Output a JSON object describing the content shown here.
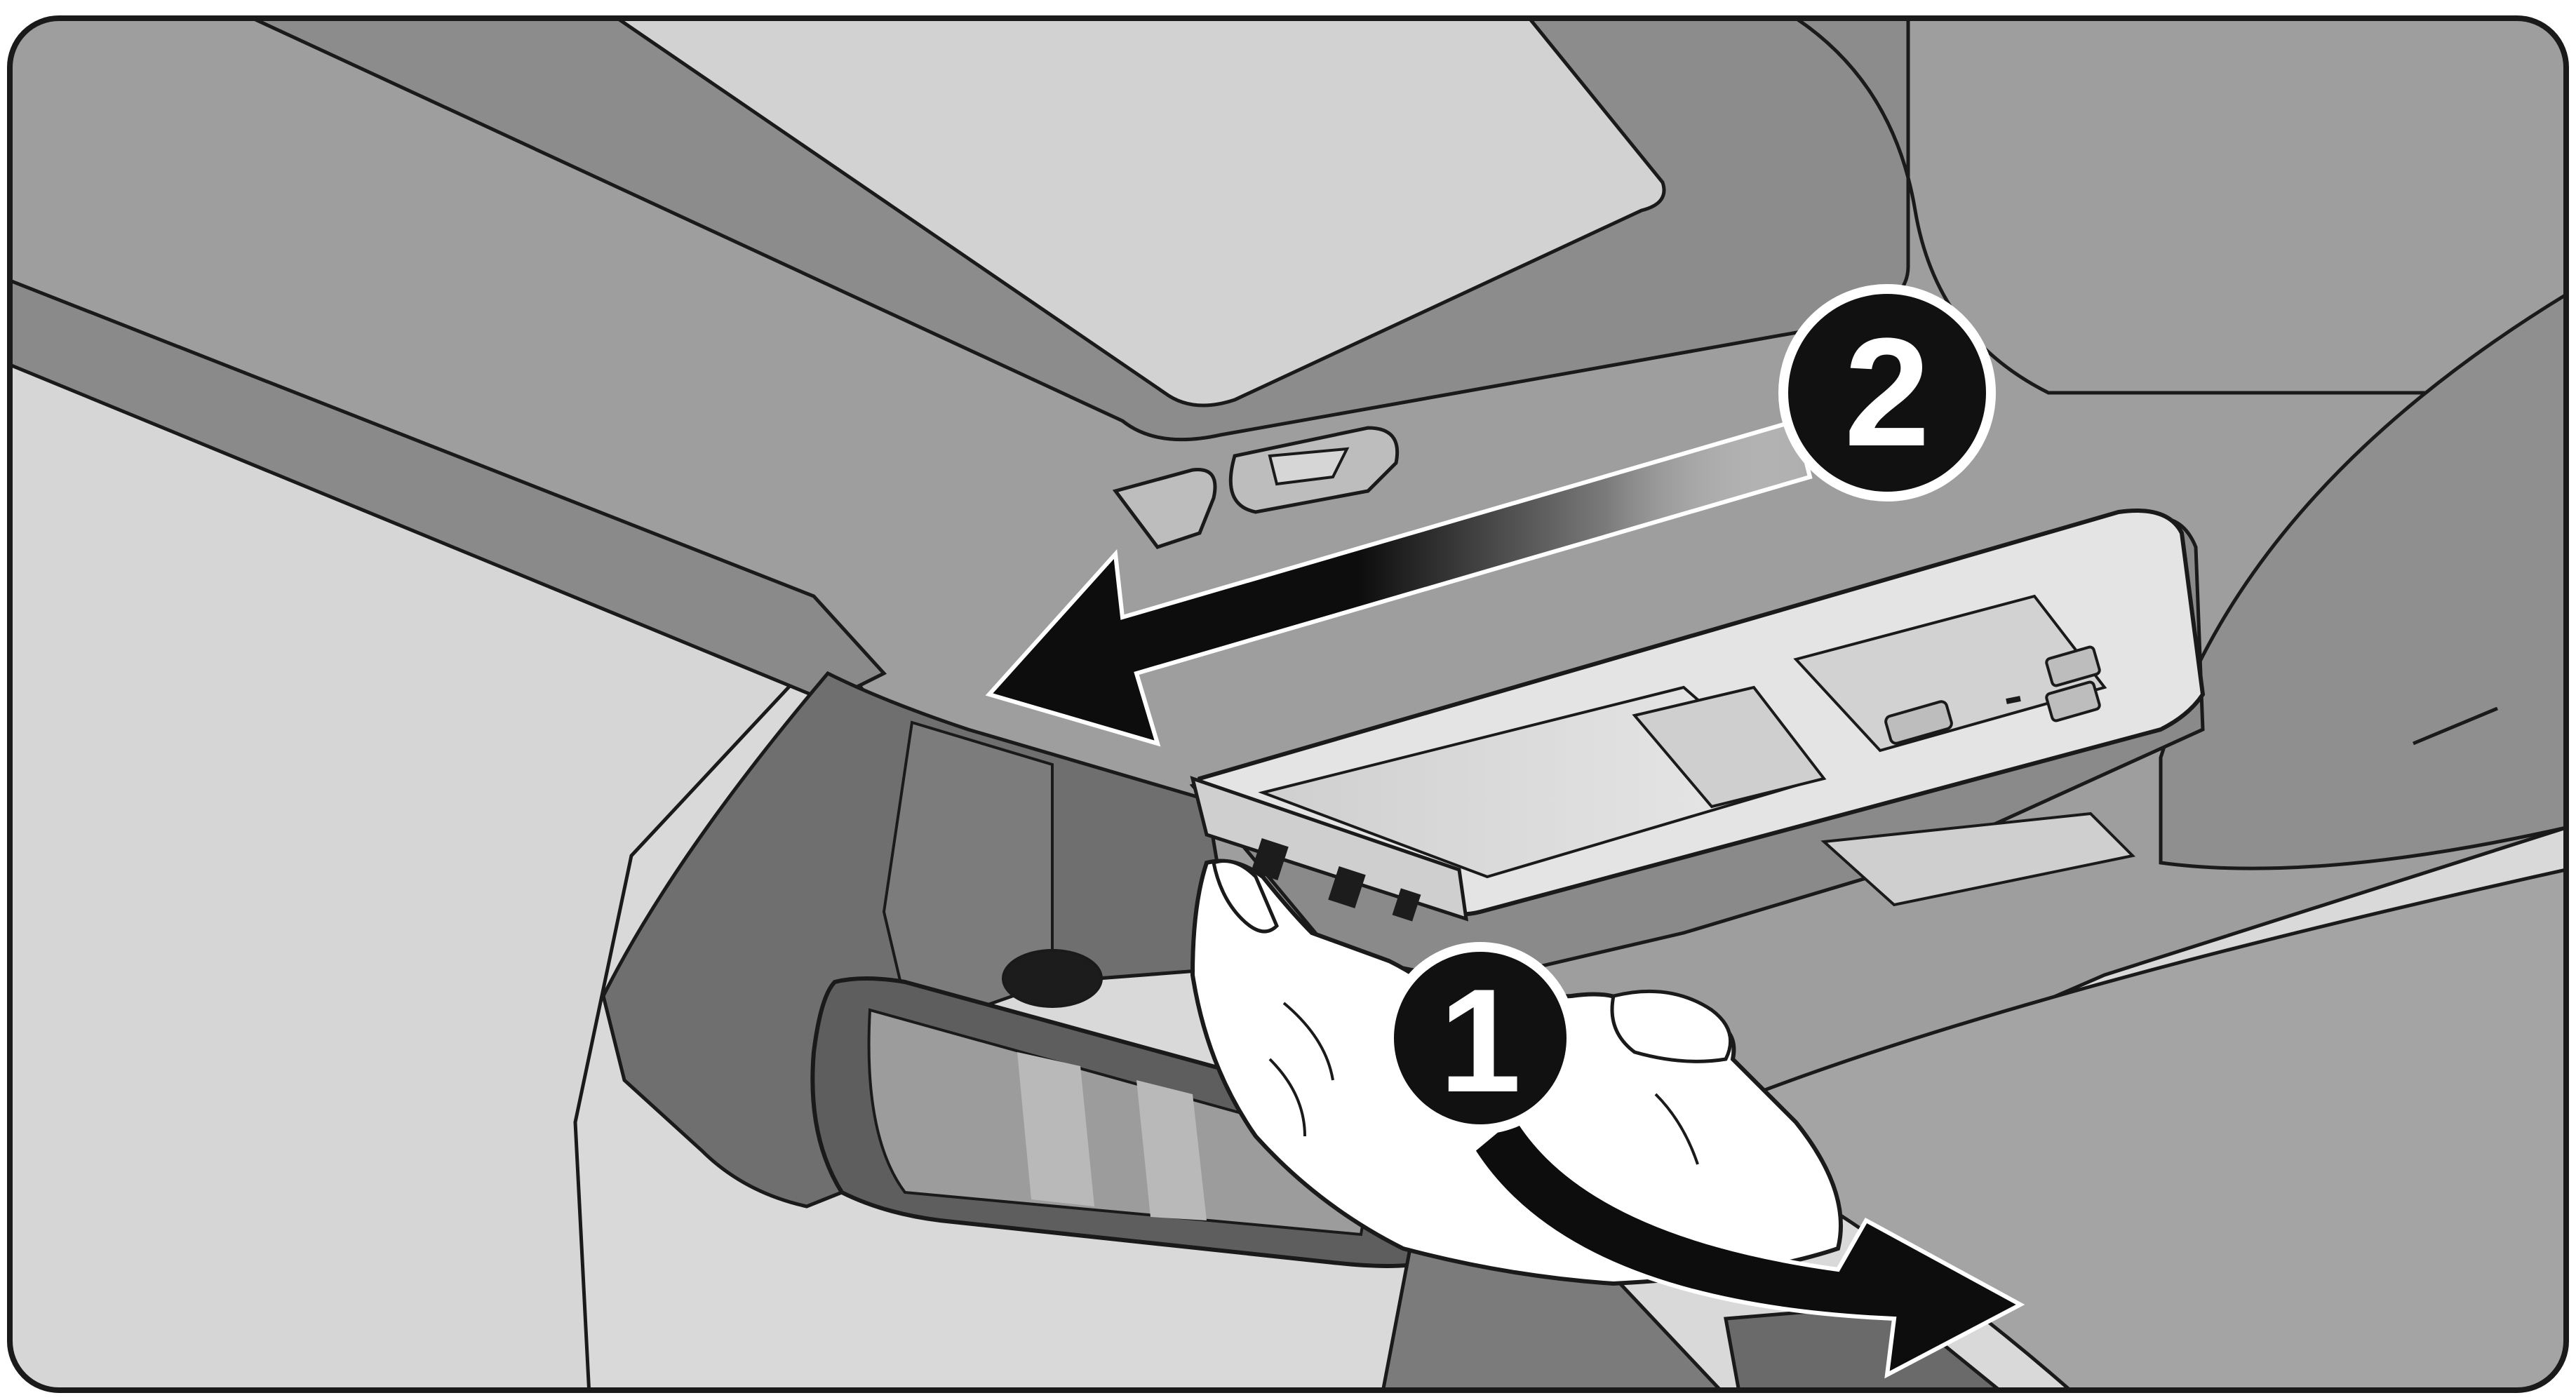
{
  "illustration": {
    "subject": "overhead-console-removal",
    "steps": [
      {
        "label": "1",
        "icon": "rotate-down-arrow-icon"
      },
      {
        "label": "2",
        "icon": "slide-rearward-arrow-icon"
      }
    ]
  },
  "colors": {
    "outline": "#1a1a1a",
    "background_panel": "#d9d9d9",
    "headliner": "#9e9e9e",
    "headliner_dark": "#7f7f7f",
    "sunroof_glass": "#d2d2d2",
    "windshield": "#d6d6d6",
    "pillar_trim": "#6f6f6f",
    "console": "#e4e4e4",
    "mirror": "#5e5e5e",
    "hand_fill": "#ffffff",
    "badge_fill": "#111111",
    "arrow_fill": "#0d0d0d"
  }
}
